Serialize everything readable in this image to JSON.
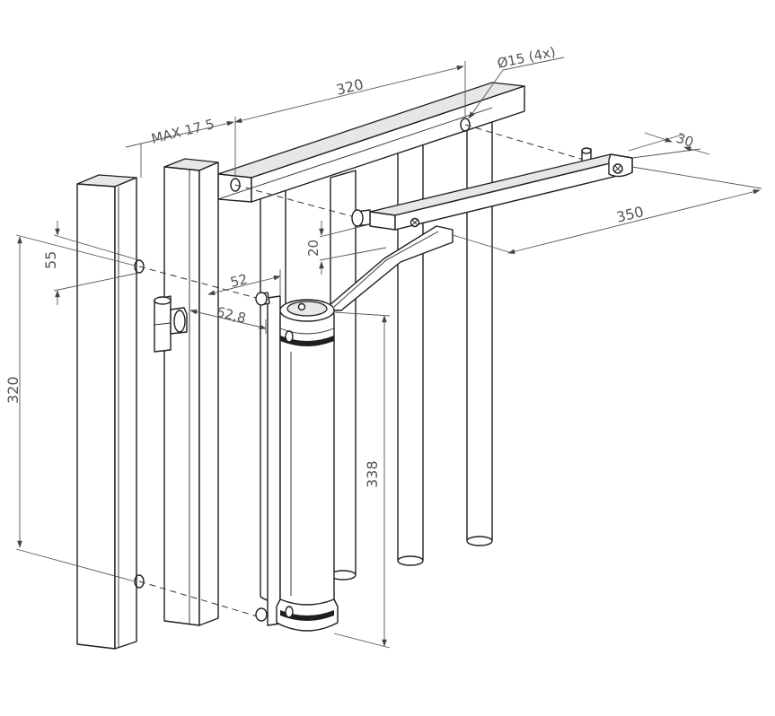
{
  "dimensions": {
    "top_bar_length": "320",
    "max_offset": "MAX 17 5",
    "hole_diameter": "Ø15 (4x)",
    "arm_width": "30",
    "arm_reach": "350",
    "arm_height": "20",
    "hole_spacing_small": "55",
    "post_hole_spacing": "320",
    "body_offset_a": "52",
    "body_offset_b": "62,8",
    "body_length": "338"
  }
}
